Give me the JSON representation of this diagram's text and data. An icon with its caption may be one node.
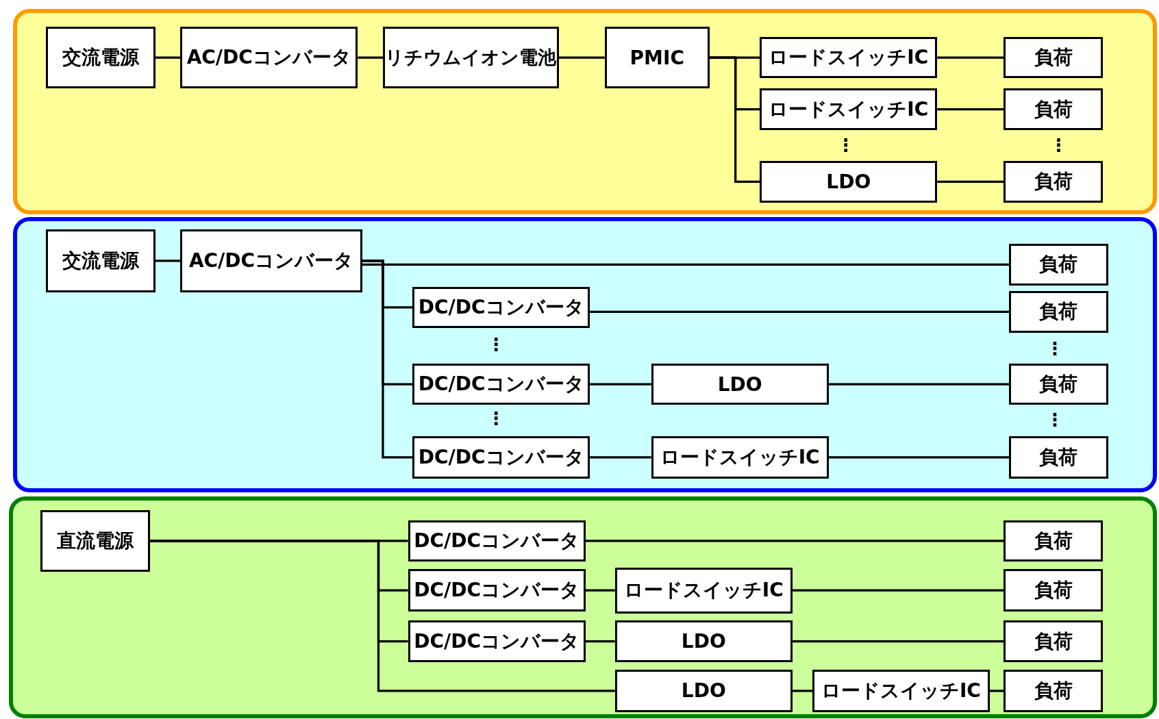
{
  "diagram": {
    "nodes": [
      {
        "text": [],
        "shape": "box"
      },
      {
        "text": [
          "交流電源"
        ],
        "in": 0
      },
      {
        "text": [
          "AC/DCコンバータ"
        ],
        "in": 0
      },
      {
        "text": [
          "リチウムイオン電池"
        ],
        "in": 0
      },
      {
        "text": [
          "PMIC"
        ],
        "in": 0
      },
      {
        "text": [
          "ロードスイッチIC"
        ],
        "in": 0
      },
      {
        "text": [
          "負荷"
        ],
        "in": 0
      },
      {
        "text": [
          "ロードスイッチIC"
        ],
        "in": 0
      },
      {
        "text": [
          "負荷"
        ],
        "in": 0
      },
      {
        "text": [
          "LDO"
        ],
        "in": 0
      },
      {
        "text": [
          "負荷"
        ],
        "in": 0
      },
      {
        "text": [],
        "shape": "box"
      },
      {
        "text": [
          "交流電源"
        ],
        "in": 11
      },
      {
        "text": [
          "AC/DCコンバータ"
        ],
        "in": 11
      },
      {
        "text": [
          "負荷"
        ],
        "in": 11
      },
      {
        "text": [
          "DC/DCコンバータ"
        ],
        "in": 11
      },
      {
        "text": [
          "負荷"
        ],
        "in": 11
      },
      {
        "text": [
          "DC/DCコンバータ"
        ],
        "in": 11
      },
      {
        "text": [
          "LDO"
        ],
        "in": 11
      },
      {
        "text": [
          "負荷"
        ],
        "in": 11
      },
      {
        "text": [
          "DC/DCコンバータ"
        ],
        "in": 11
      },
      {
        "text": [
          "ロードスイッチIC"
        ],
        "in": 11
      },
      {
        "text": [
          "負荷"
        ],
        "in": 11
      },
      {
        "text": [],
        "shape": "box"
      },
      {
        "text": [
          "直流電源"
        ],
        "in": 23
      },
      {
        "text": [
          "DC/DCコンバータ"
        ],
        "in": 23
      },
      {
        "text": [
          "負荷"
        ],
        "in": 23
      },
      {
        "text": [
          "DC/DCコンバータ"
        ],
        "in": 23
      },
      {
        "text": [
          "ロードスイッチIC"
        ],
        "in": 23
      },
      {
        "text": [
          "負荷"
        ],
        "in": 23
      },
      {
        "text": [
          "DC/DCコンバータ"
        ],
        "in": 23
      },
      {
        "text": [
          "LDO"
        ],
        "in": 23
      },
      {
        "text": [
          "負荷"
        ],
        "in": 23
      },
      {
        "text": [
          "LDO"
        ],
        "in": 23
      },
      {
        "text": [
          "ロードスイッチIC"
        ],
        "in": 23
      },
      {
        "text": [
          "負荷"
        ],
        "in": 23
      }
    ],
    "edges": [
      {
        "from": 1,
        "to": 2,
        "arrow": "none"
      },
      {
        "from": 2,
        "to": 3,
        "arrow": "none"
      },
      {
        "from": 3,
        "to": 4,
        "arrow": "none"
      },
      {
        "from": 4,
        "to": 5,
        "arrow": "none"
      },
      {
        "from": 4,
        "to": 7,
        "arrow": "none"
      },
      {
        "from": 4,
        "to": 9,
        "arrow": "none"
      },
      {
        "from": 5,
        "to": 6,
        "arrow": "none"
      },
      {
        "from": 7,
        "to": 8,
        "arrow": "none"
      },
      {
        "from": 9,
        "to": 10,
        "arrow": "none"
      },
      {
        "from": 12,
        "to": 13,
        "arrow": "none"
      },
      {
        "from": 13,
        "to": 14,
        "arrow": "none"
      },
      {
        "from": 13,
        "to": 15,
        "arrow": "none"
      },
      {
        "from": 13,
        "to": 17,
        "arrow": "none"
      },
      {
        "from": 13,
        "to": 20,
        "arrow": "none"
      },
      {
        "from": 15,
        "to": 16,
        "arrow": "none"
      },
      {
        "from": 17,
        "to": 18,
        "arrow": "none"
      },
      {
        "from": 18,
        "to": 19,
        "arrow": "none"
      },
      {
        "from": 20,
        "to": 21,
        "arrow": "none"
      },
      {
        "from": 21,
        "to": 22,
        "arrow": "none"
      },
      {
        "from": 24,
        "to": 25,
        "arrow": "none"
      },
      {
        "from": 24,
        "to": 27,
        "arrow": "none"
      },
      {
        "from": 24,
        "to": 30,
        "arrow": "none"
      },
      {
        "from": 24,
        "to": 33,
        "arrow": "none"
      },
      {
        "from": 25,
        "to": 26,
        "arrow": "none"
      },
      {
        "from": 27,
        "to": 28,
        "arrow": "none"
      },
      {
        "from": 28,
        "to": 29,
        "arrow": "none"
      },
      {
        "from": 30,
        "to": 31,
        "arrow": "none"
      },
      {
        "from": 31,
        "to": 32,
        "arrow": "none"
      },
      {
        "from": 33,
        "to": 34,
        "arrow": "none"
      },
      {
        "from": 34,
        "to": 35,
        "arrow": "none"
      }
    ],
    "labels": [
      "⋮",
      "⋮",
      "⋮",
      "⋮",
      "⋮",
      "⋮"
    ]
  }
}
